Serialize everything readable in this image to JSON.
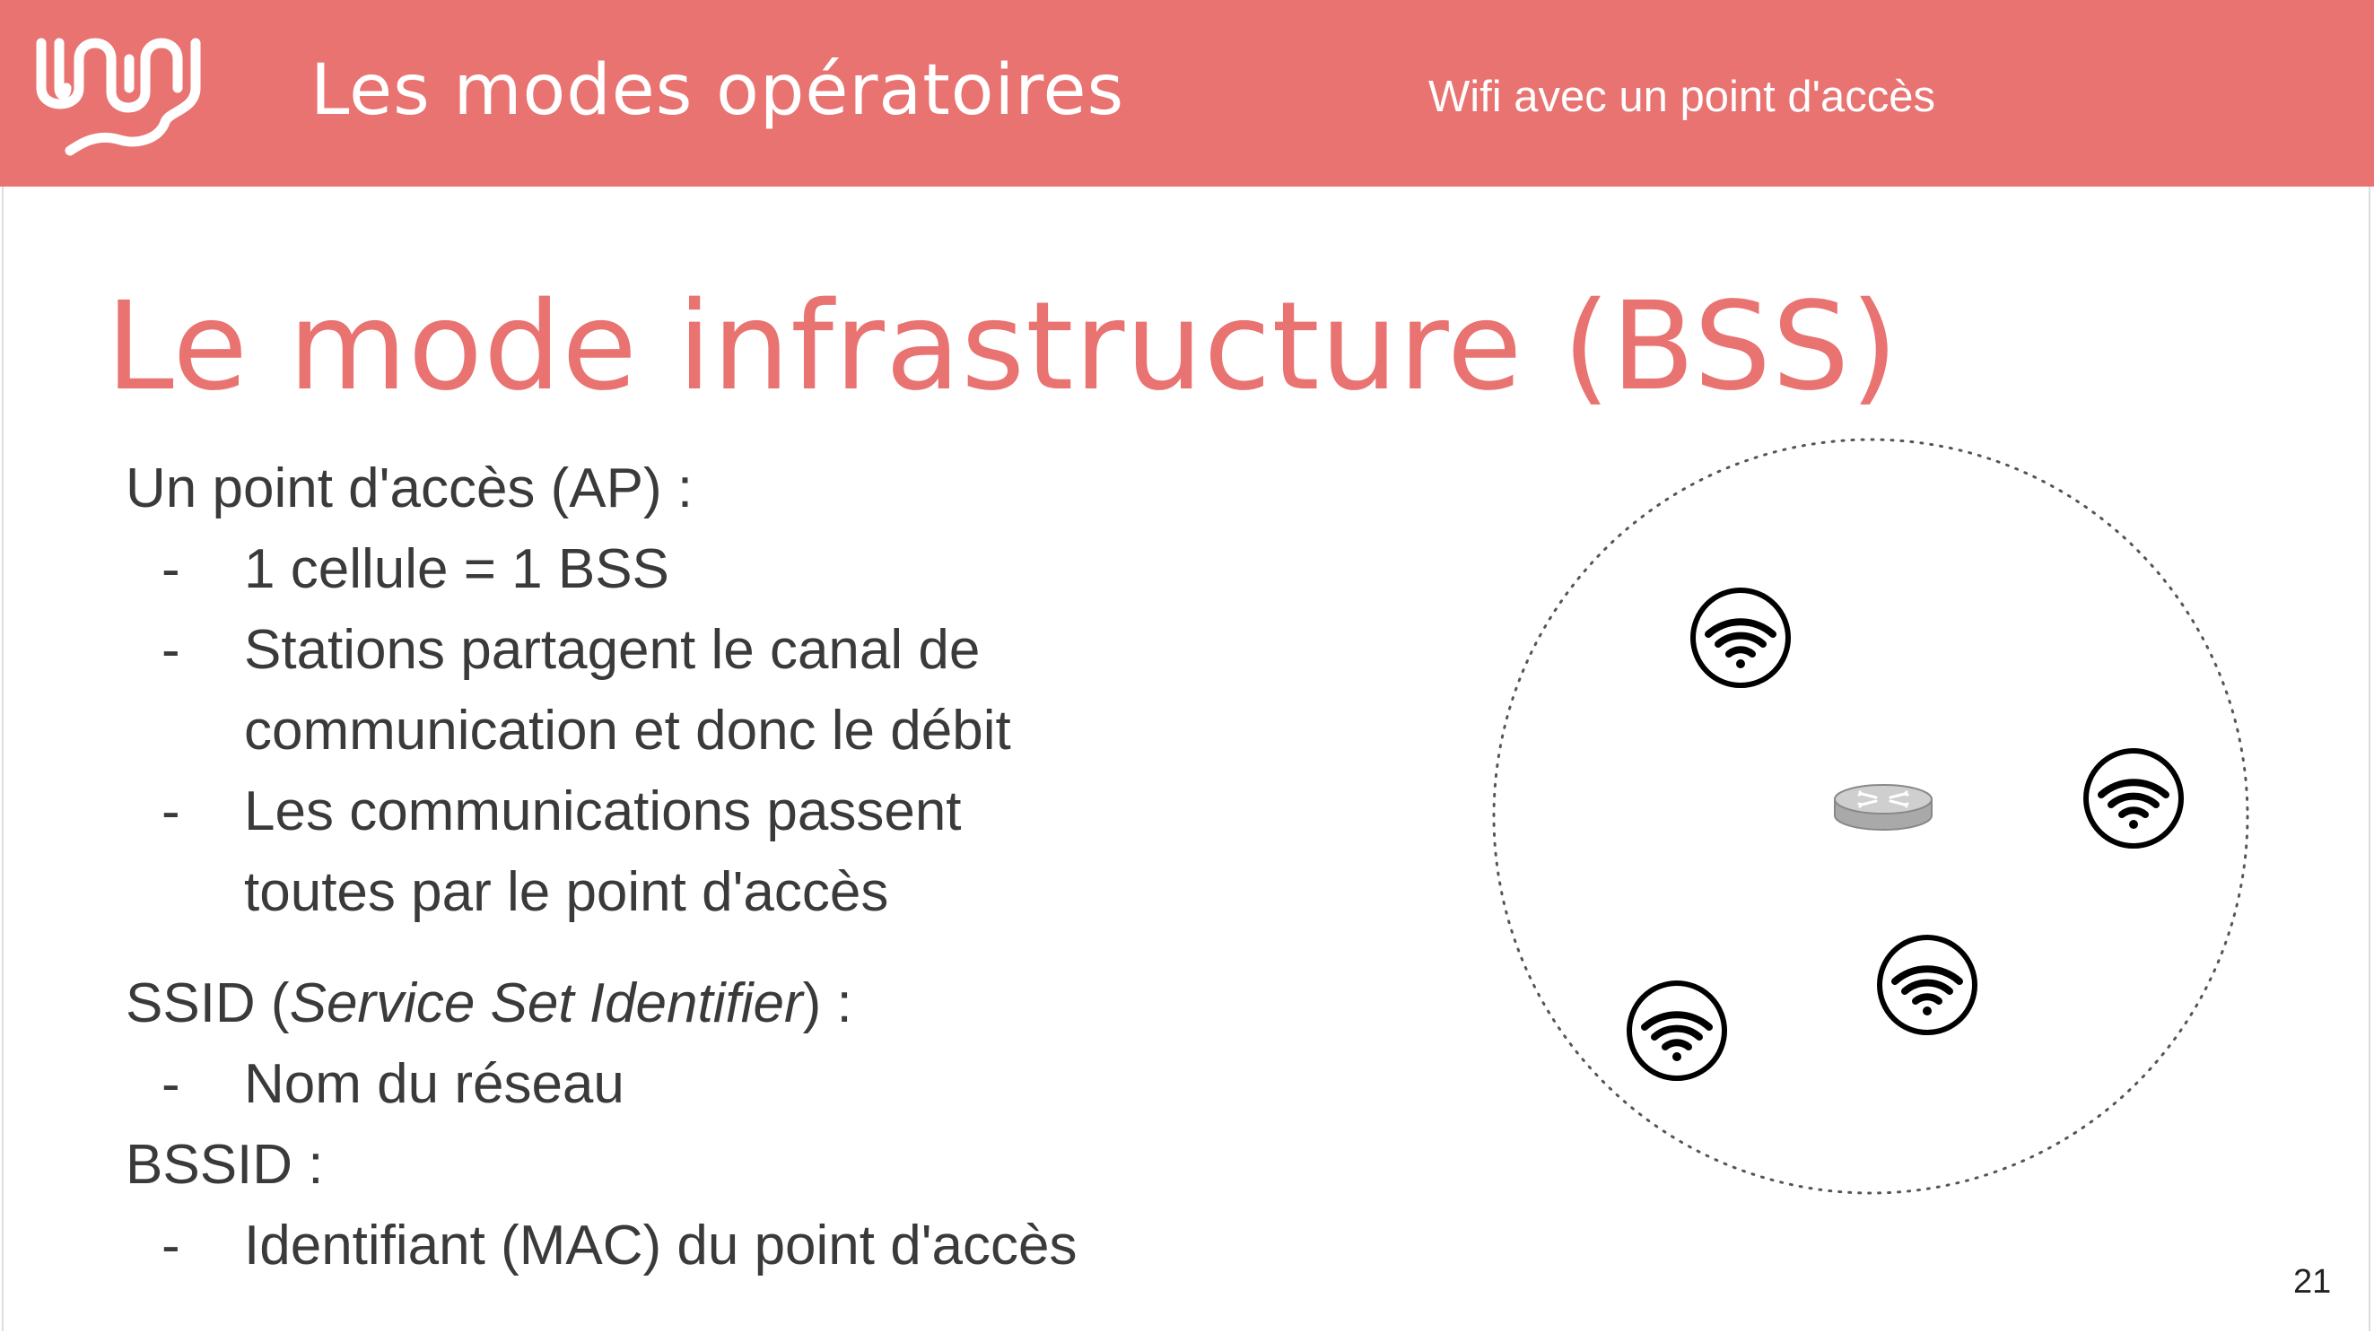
{
  "header": {
    "title": "Les modes opératoires",
    "subtitle": "Wifi  avec un point d'accès"
  },
  "slide": {
    "title": "Le mode infrastructure (BSS)",
    "sections": [
      {
        "heading": "Un point d'accès (AP) :",
        "bullets": [
          [
            "1 cellule = 1 BSS"
          ],
          [
            "Stations partagent le canal de",
            "communication et donc le débit"
          ],
          [
            "Les communications passent",
            "toutes par le point d'accès"
          ]
        ]
      },
      {
        "heading_pre": "SSID (",
        "heading_italic": "Service Set Identifier",
        "heading_post": ") :",
        "bullets": [
          [
            "Nom du réseau"
          ]
        ]
      },
      {
        "heading": "BSSID :",
        "bullets": [
          [
            "Identifiant (MAC) du point d'accès"
          ]
        ]
      }
    ],
    "bullet_marker": "-",
    "page_number": "21"
  },
  "diagram": {
    "cell_boundary": "dotted-circle",
    "access_point_icon": "router-icon",
    "station_icon": "wifi-icon",
    "station_count": 4
  },
  "colors": {
    "accent": "#e87371",
    "text": "#3a3a3a",
    "header_text": "#ffffff"
  }
}
